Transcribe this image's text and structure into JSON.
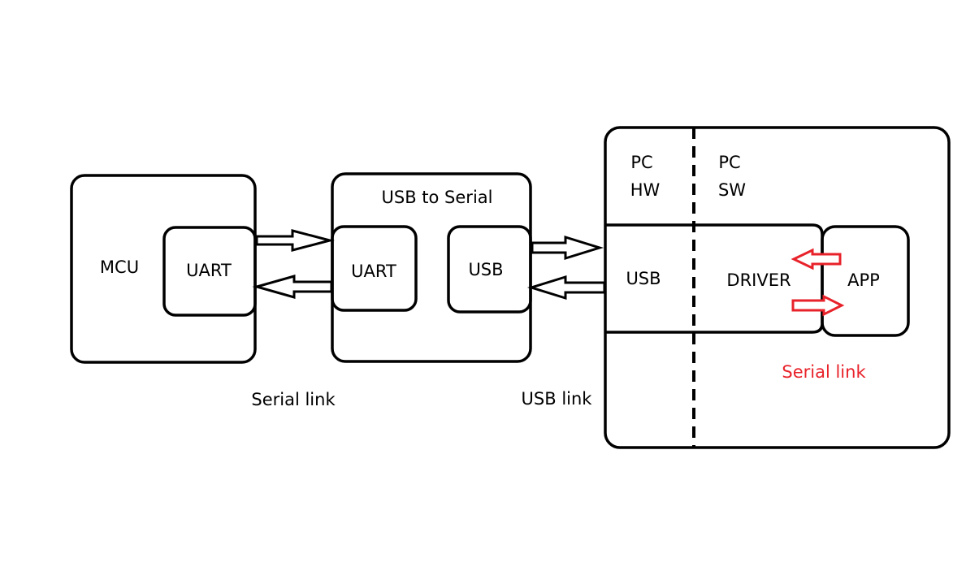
{
  "blocks": {
    "mcu": {
      "title": "MCU",
      "uart": "UART"
    },
    "converter": {
      "title": "USB to Serial",
      "uart": "UART",
      "usb": "USB"
    },
    "pc": {
      "hw_line1": "PC",
      "hw_line2": "HW",
      "sw_line1": "PC",
      "sw_line2": "SW",
      "usb": "USB",
      "driver": "DRIVER",
      "app": "APP"
    }
  },
  "links": {
    "serial_link": "Serial link",
    "usb_link": "USB link",
    "virtual_serial_link": "Serial link"
  },
  "colors": {
    "stroke": "#000000",
    "background": "#ffffff",
    "highlight": "#e8222a"
  }
}
